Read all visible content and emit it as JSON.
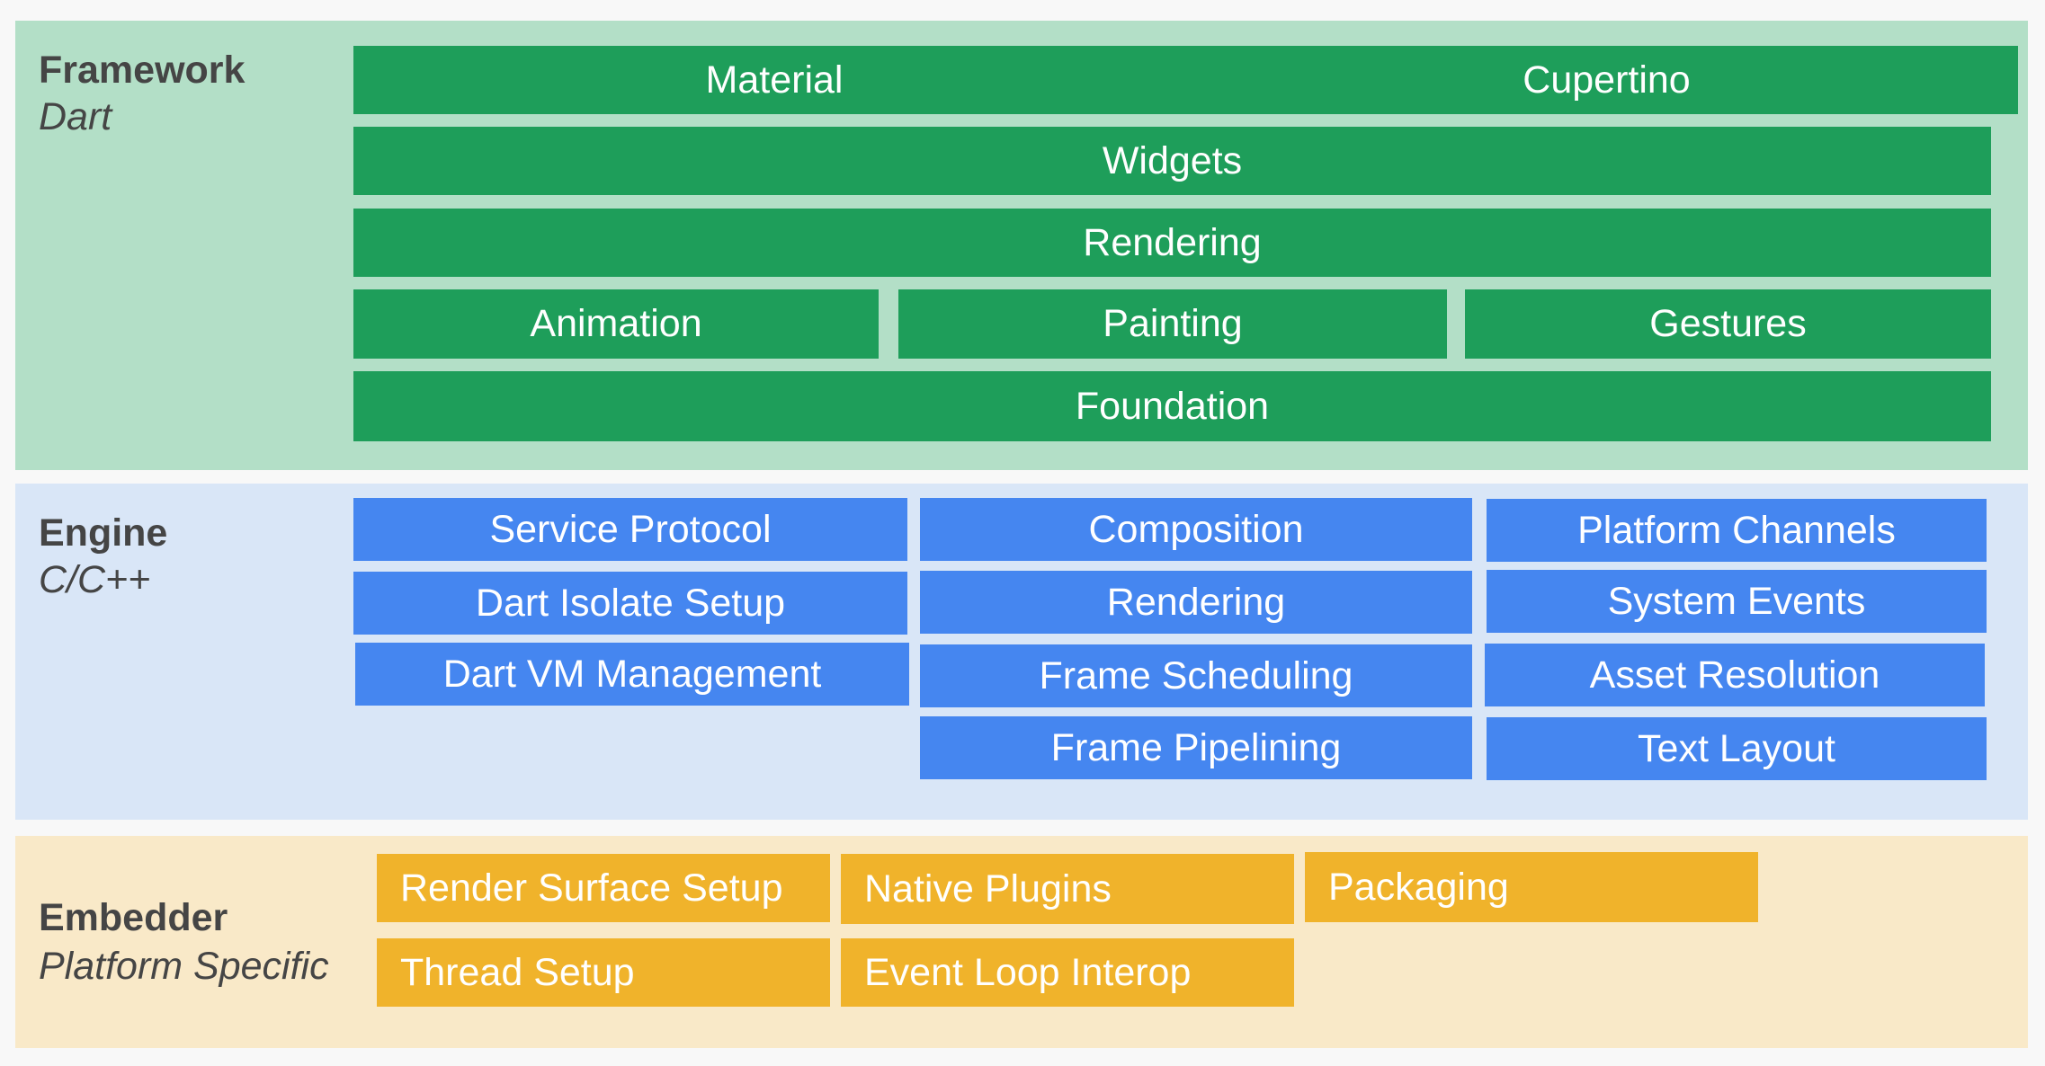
{
  "layers": {
    "framework": {
      "title": "Framework",
      "subtitle": "Dart",
      "color": "#b3dfc7",
      "block_color": "#1e9e5a",
      "blocks": {
        "material": "Material",
        "cupertino": "Cupertino",
        "widgets": "Widgets",
        "rendering": "Rendering",
        "animation": "Animation",
        "painting": "Painting",
        "gestures": "Gestures",
        "foundation": "Foundation"
      }
    },
    "engine": {
      "title": "Engine",
      "subtitle": "C/C++",
      "color": "#d9e6f7",
      "block_color": "#4586f0",
      "blocks": {
        "service_protocol": "Service Protocol",
        "dart_isolate_setup": "Dart Isolate Setup",
        "dart_vm_management": "Dart VM Management",
        "composition": "Composition",
        "rendering": "Rendering",
        "frame_scheduling": "Frame Scheduling",
        "frame_pipelining": "Frame Pipelining",
        "platform_channels": "Platform Channels",
        "system_events": "System Events",
        "asset_resolution": "Asset Resolution",
        "text_layout": "Text Layout"
      }
    },
    "embedder": {
      "title": "Embedder",
      "subtitle": "Platform Specific",
      "color": "#f9e9c8",
      "block_color": "#f0b32b",
      "blocks": {
        "render_surface_setup": "Render Surface Setup",
        "native_plugins": "Native Plugins",
        "packaging": "Packaging",
        "thread_setup": "Thread Setup",
        "event_loop_interop": "Event Loop Interop"
      }
    }
  }
}
